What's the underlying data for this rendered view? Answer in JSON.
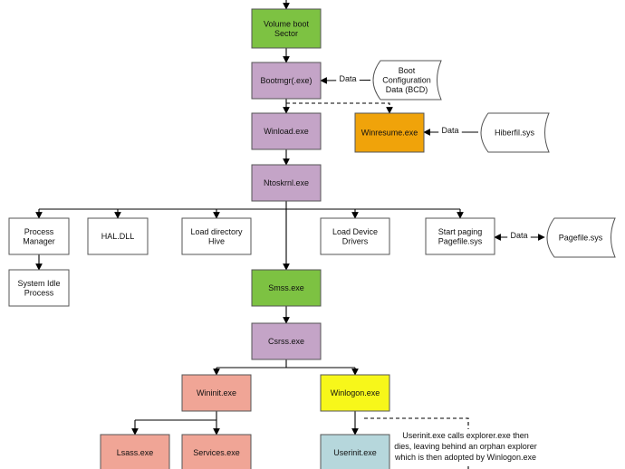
{
  "colors": {
    "green": "#7dc242",
    "purple": "#c4a4c7",
    "orange": "#f0a30a",
    "salmon": "#f0a596",
    "yellow": "#f7f71a",
    "lightblue": "#b6d7dc",
    "white": "#ffffff",
    "stroke": "#555555",
    "line": "#000000"
  },
  "nodes": {
    "volume_boot_sector": {
      "lines": [
        "Volume boot",
        "Sector"
      ],
      "color": "green"
    },
    "bootmgr": {
      "lines": [
        "Bootmgr(.exe)"
      ],
      "color": "purple"
    },
    "bcd": {
      "lines": [
        "Boot",
        "Configuration",
        "Data (BCD)"
      ],
      "color": "white"
    },
    "winload": {
      "lines": [
        "Winload.exe"
      ],
      "color": "purple"
    },
    "winresume": {
      "lines": [
        "Winresume.exe"
      ],
      "color": "orange"
    },
    "hiberfil": {
      "lines": [
        "Hiberfil.sys"
      ],
      "color": "white"
    },
    "ntoskrnl": {
      "lines": [
        "Ntoskrnl.exe"
      ],
      "color": "purple"
    },
    "process_manager": {
      "lines": [
        "Process",
        "Manager"
      ],
      "color": "white"
    },
    "hal_dll": {
      "lines": [
        "HAL.DLL"
      ],
      "color": "white"
    },
    "load_directory_hive": {
      "lines": [
        "Load directory",
        "Hive"
      ],
      "color": "white"
    },
    "load_device_drivers": {
      "lines": [
        "Load Device",
        "Drivers"
      ],
      "color": "white"
    },
    "start_paging": {
      "lines": [
        "Start paging",
        "Pagefile.sys"
      ],
      "color": "white"
    },
    "pagefile": {
      "lines": [
        "Pagefile.sys"
      ],
      "color": "white"
    },
    "system_idle_process": {
      "lines": [
        "System Idle",
        "Process"
      ],
      "color": "white"
    },
    "smss": {
      "lines": [
        "Smss.exe"
      ],
      "color": "green"
    },
    "csrss": {
      "lines": [
        "Csrss.exe"
      ],
      "color": "purple"
    },
    "wininit": {
      "lines": [
        "Wininit.exe"
      ],
      "color": "salmon"
    },
    "winlogon": {
      "lines": [
        "Winlogon.exe"
      ],
      "color": "yellow"
    },
    "lsass": {
      "lines": [
        "Lsass.exe"
      ],
      "color": "salmon"
    },
    "services": {
      "lines": [
        "Services.exe"
      ],
      "color": "salmon"
    },
    "userinit": {
      "lines": [
        "Userinit.exe"
      ],
      "color": "lightblue"
    }
  },
  "edge_labels": {
    "bcd_data": "Data",
    "hiberfil_data": "Data",
    "pagefile_data": "Data"
  },
  "note": {
    "lines": [
      "Userinit.exe calls explorer.exe then",
      "dies, leaving behind an orphan explorer",
      "which is then adopted by Winlogon.exe"
    ]
  }
}
